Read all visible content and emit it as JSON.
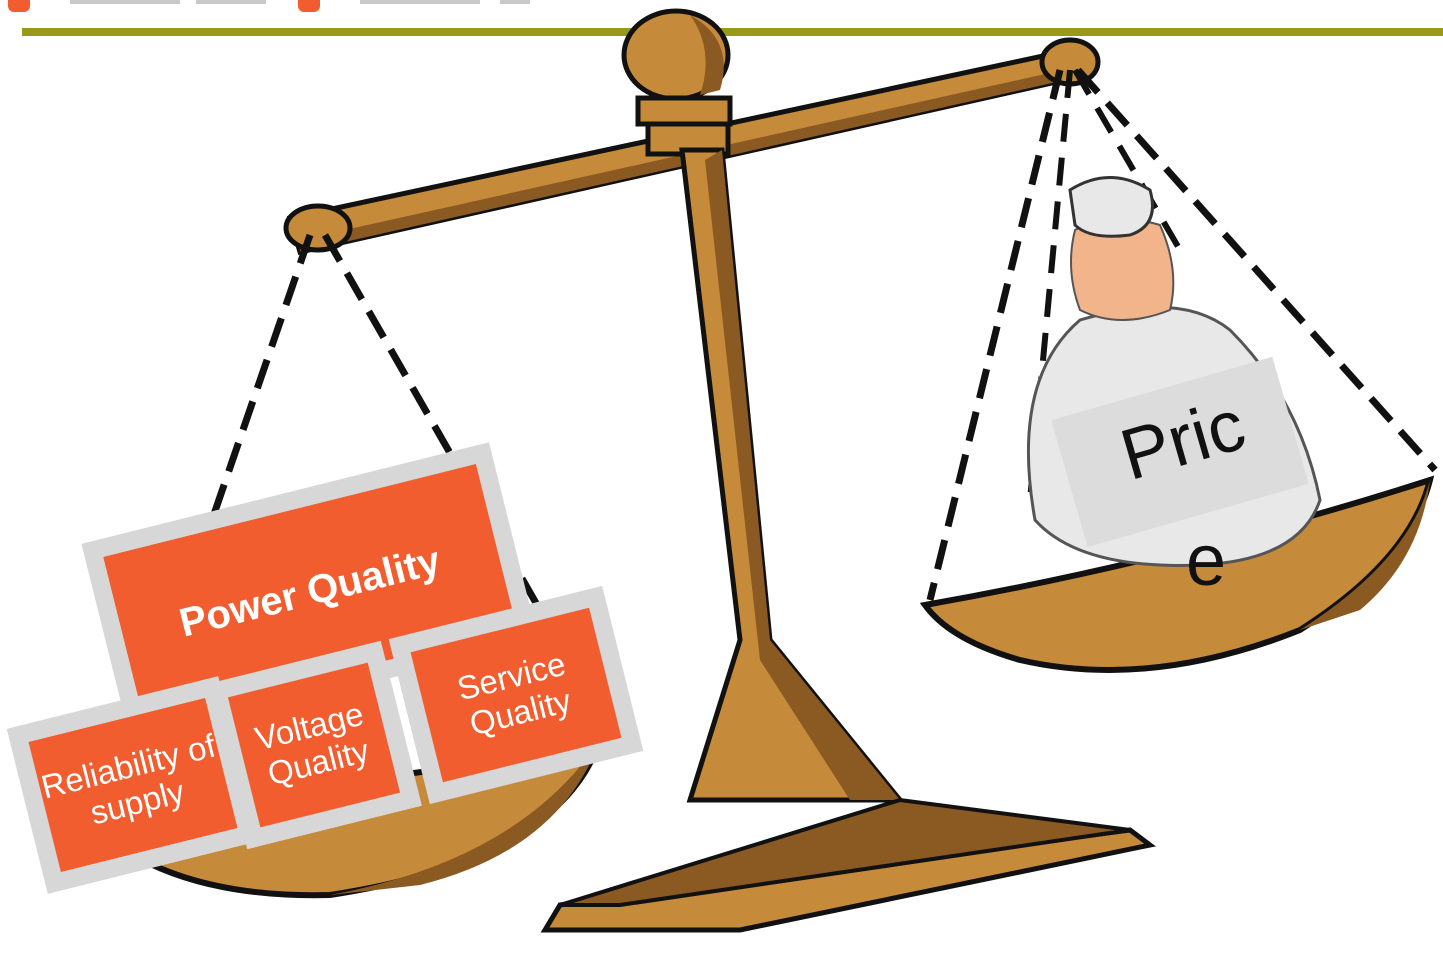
{
  "slide": {
    "header_color": "#99991a",
    "bullet_color": "#f15d2f"
  },
  "left_pan": {
    "top_block": {
      "label": "Power Quality"
    },
    "bottom_blocks": [
      {
        "label": "Reliability of supply"
      },
      {
        "label": "Voltage Quality"
      },
      {
        "label": "Service Quality"
      }
    ],
    "block_color": "#f15d2f"
  },
  "right_pan": {
    "tag_line1": "Pric",
    "tag_line2": "e",
    "bag_color": "#e8e8e8"
  },
  "scale": {
    "wood_color": "#c58a3a",
    "shadow_color": "#8a5a22"
  }
}
